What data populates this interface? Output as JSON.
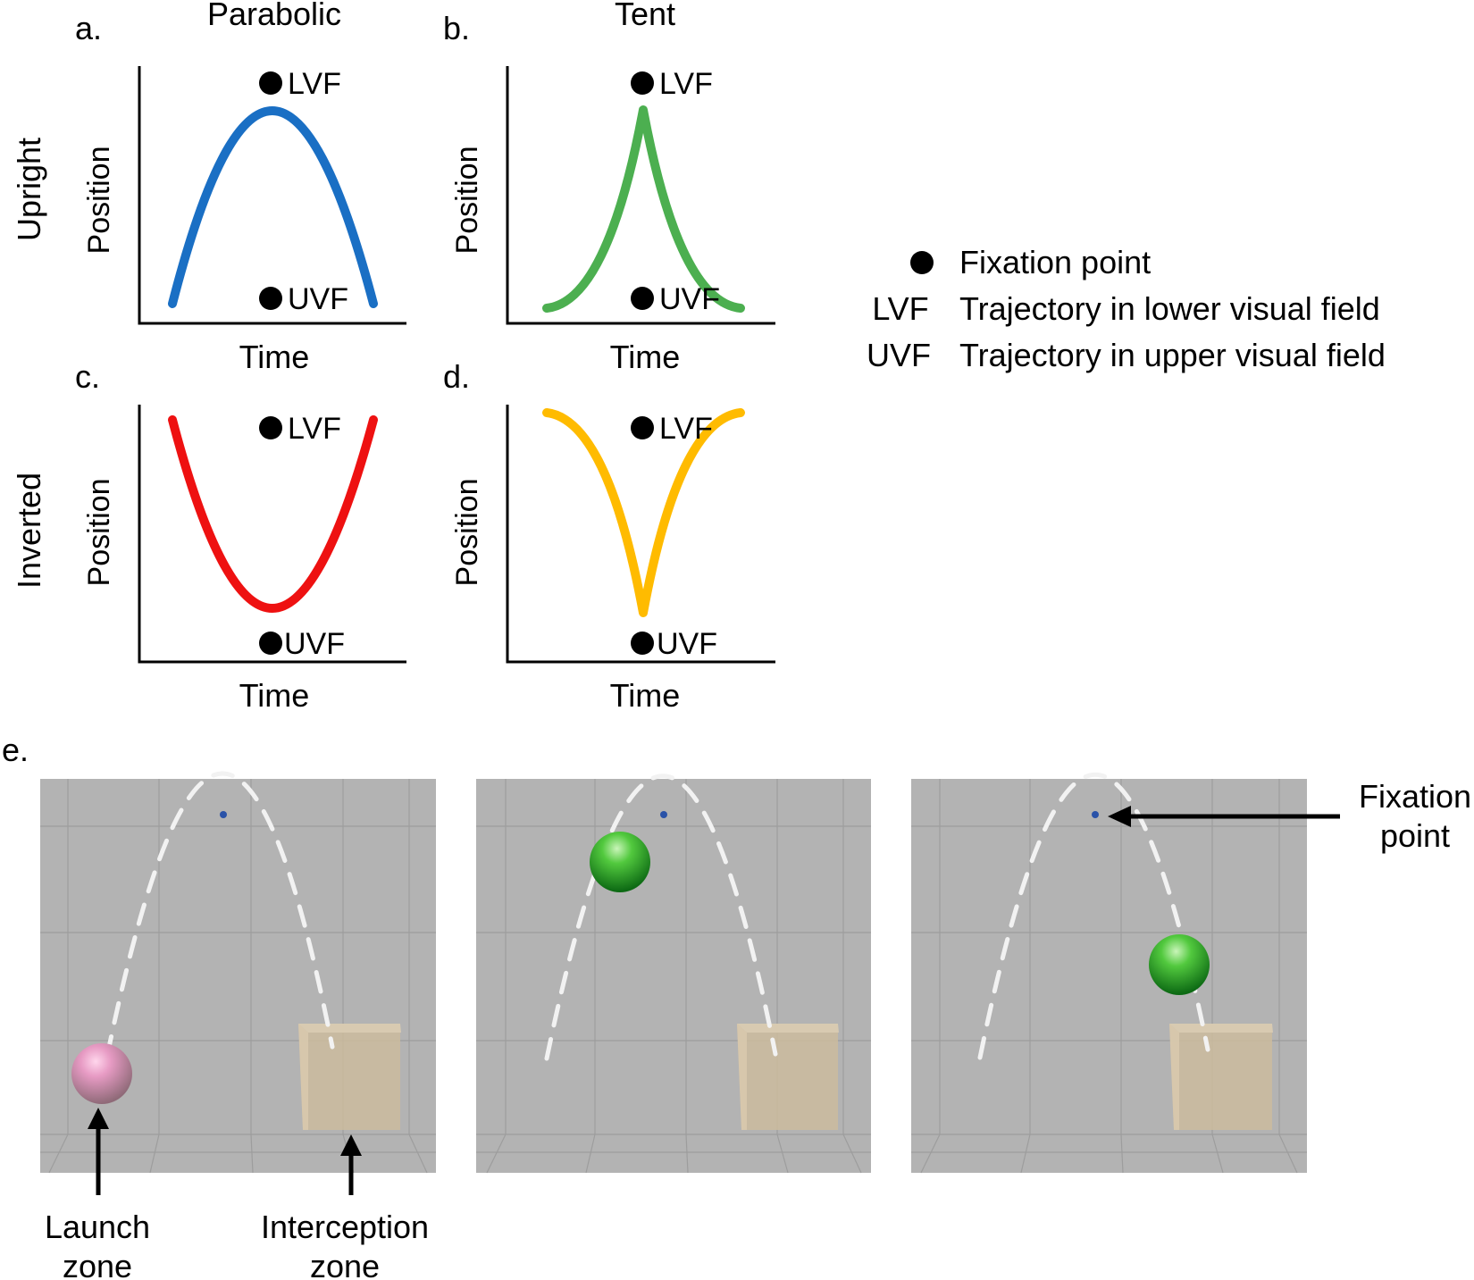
{
  "panel_labels": {
    "a": "a.",
    "b": "b.",
    "c": "c.",
    "d": "d.",
    "e": "e."
  },
  "column_titles": {
    "parabolic": "Parabolic",
    "tent": "Tent"
  },
  "row_labels": {
    "upright": "Upright",
    "inverted": "Inverted"
  },
  "axes": {
    "x": "Time",
    "y": "Position"
  },
  "markers": {
    "lvf": "LVF",
    "uvf": "UVF"
  },
  "legend": {
    "fixation_label": "Fixation point",
    "lvf_key": "LVF",
    "lvf_desc": "Trajectory in lower visual field",
    "uvf_key": "UVF",
    "uvf_desc": "Trajectory in upper visual field"
  },
  "curve_colors": {
    "parabolic_upright": "#1a6fc4",
    "tent_upright": "#4caf50",
    "parabolic_inverted": "#ee1111",
    "tent_inverted": "#ffbb00"
  },
  "scene": {
    "fixation_line1": "Fixation",
    "fixation_line2": "point",
    "launch_line1": "Launch",
    "launch_line2": "zone",
    "interception_line1": "Interception",
    "interception_line2": "zone",
    "launch_ball_color": "#d98fb3",
    "ball_color": "#2fae2f",
    "box_color": "#cbbb9e",
    "background_color": "#b3b3b3"
  }
}
